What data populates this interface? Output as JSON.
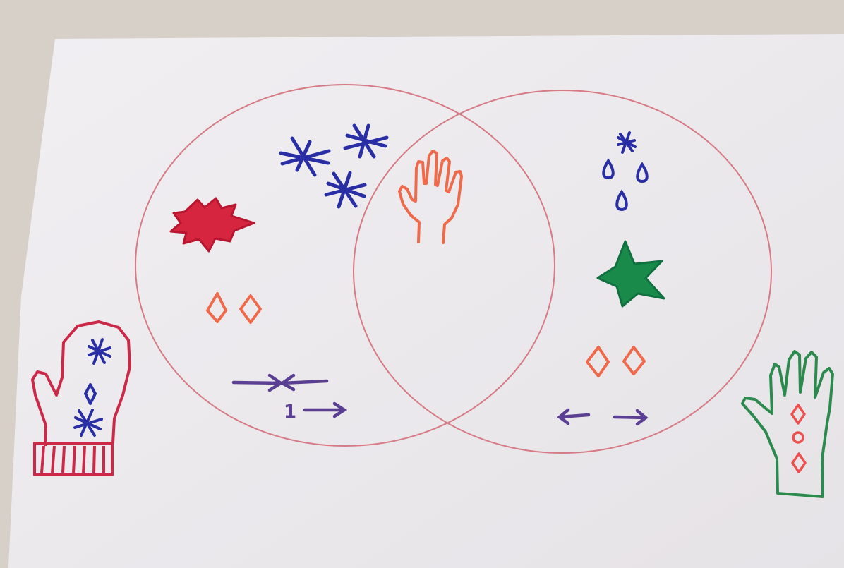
{
  "colors": {
    "wall": "#d8d3cc",
    "paper": "#eeecef",
    "circle": "#d67b86",
    "red": "#d7243f",
    "blue": "#2a2ea6",
    "orange": "#ee6a4a",
    "purple": "#5b3f92",
    "green": "#1b8a4d",
    "mitten": "#cc2848",
    "glove": "#2c8a4f"
  },
  "icons": {
    "left_set": [
      "red-star-icon",
      "blue-snowflake-icon",
      "orange-diamond-icon",
      "purple-arrows-icon"
    ],
    "overlap": [
      "hand-outline-icon"
    ],
    "right_set": [
      "blue-snowflake-icon",
      "blue-drop-icon",
      "green-star-icon",
      "orange-diamond-icon",
      "purple-arrows-icon"
    ],
    "outside": [
      "mitten-icon",
      "glove-icon"
    ]
  },
  "drawing": {
    "left_set": {
      "arrow_number": "1",
      "snowflake_count": 3,
      "diamond_count": 2
    },
    "right_set": {
      "snowflake_count": 1,
      "drop_count": 3,
      "diamond_count": 2
    }
  }
}
